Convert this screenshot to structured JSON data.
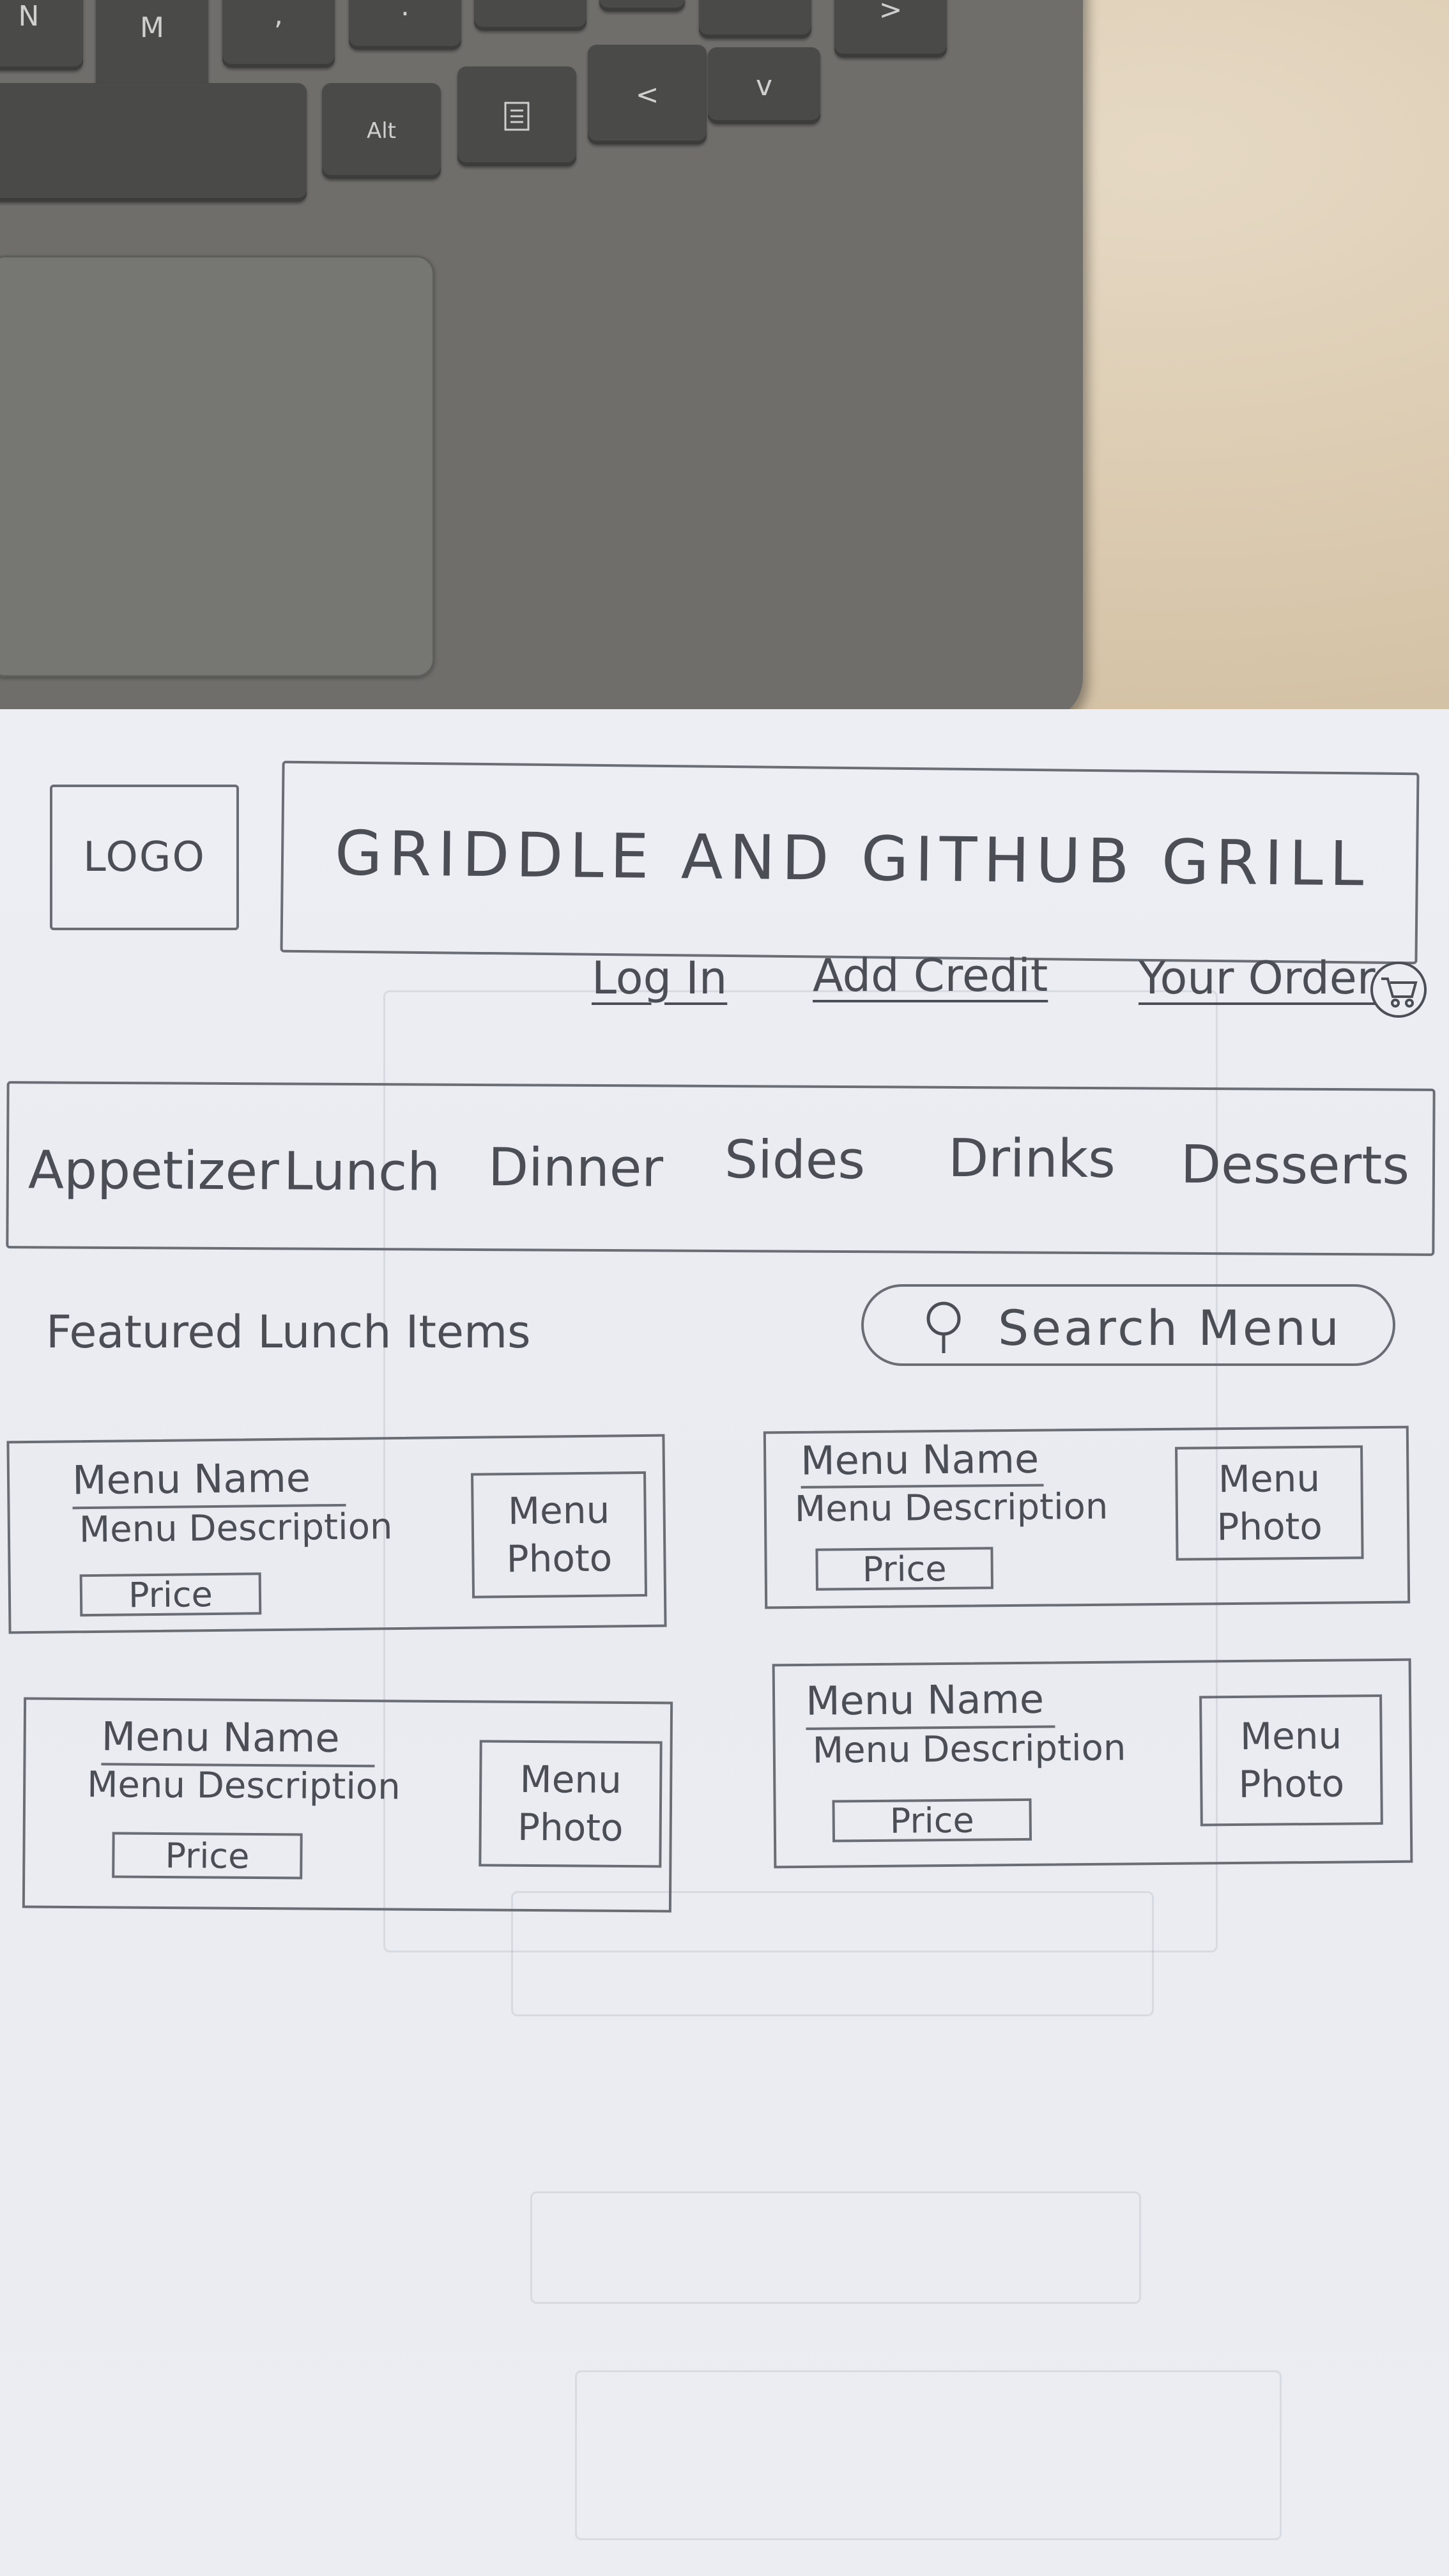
{
  "header": {
    "logo_label": "LOGO",
    "site_title": "GRIDDLE AND GITHUB GRILL"
  },
  "top_links": {
    "login": "Log In",
    "add_credit": "Add Credit",
    "your_order": "Your Order"
  },
  "nav": {
    "items": [
      "Appetizer",
      "Lunch",
      "Dinner",
      "Sides",
      "Drinks",
      "Desserts"
    ]
  },
  "featured": {
    "heading": "Featured Lunch Items"
  },
  "search": {
    "placeholder": "Search Menu"
  },
  "cards": [
    {
      "name": "Menu Name",
      "description": "Menu Description",
      "price": "Price",
      "photo": "Menu Photo"
    },
    {
      "name": "Menu Name",
      "description": "Menu Description",
      "price": "Price",
      "photo": "Menu Photo"
    },
    {
      "name": "Menu Name",
      "description": "Menu Description",
      "price": "Price",
      "photo": "Menu Photo"
    },
    {
      "name": "Menu Name",
      "description": "Menu Description",
      "price": "Price",
      "photo": "Menu Photo"
    }
  ],
  "keyboard": {
    "keys": [
      "N",
      "M",
      ",",
      ".",
      "^",
      "v",
      "<",
      ">",
      "Alt"
    ]
  },
  "icons": {
    "cart": "cart-icon",
    "search": "search-icon",
    "menu_key": "menu-key-icon"
  },
  "colors": {
    "pencil": "#4c4e56",
    "paper": "#eceef4",
    "keyboard": "#6f6e6b"
  }
}
